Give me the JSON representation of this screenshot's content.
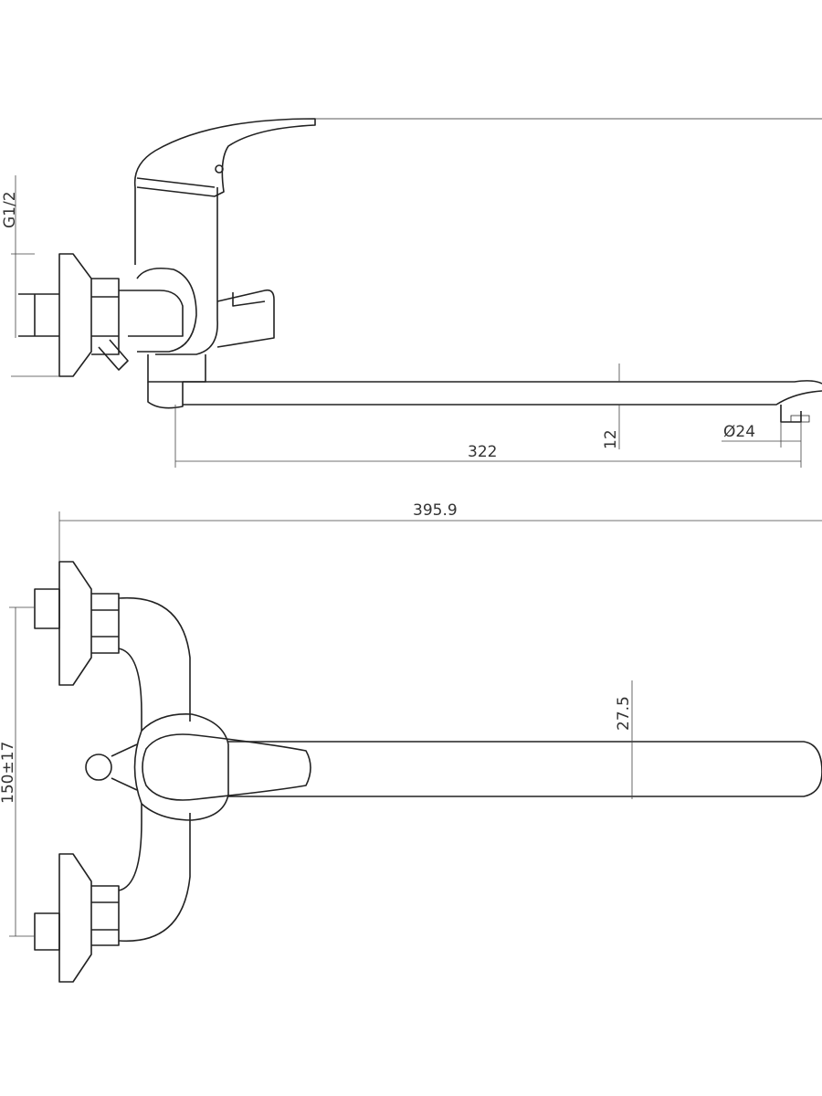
{
  "dimensions": {
    "thread": "G1/2",
    "spout_length": "322",
    "spout_height": "12",
    "aerator_diameter": "Ø24",
    "overall_length": "395.9",
    "spout_width": "27.5",
    "inlet_spacing": "150±17"
  }
}
